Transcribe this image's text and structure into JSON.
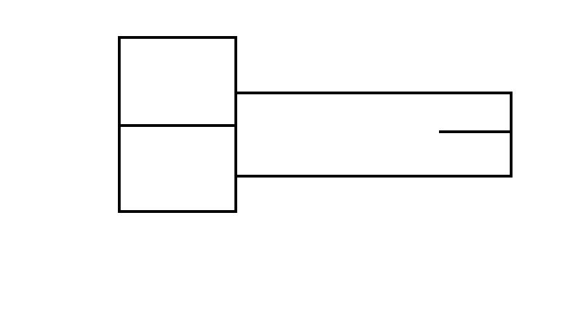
{
  "diagram": {
    "stroke_color": "#000000",
    "background_color": "#ffffff",
    "shapes": [
      {
        "name": "square-upper-box",
        "kind": "rectangle"
      },
      {
        "name": "square-lower-box",
        "kind": "rectangle"
      },
      {
        "name": "long-horizontal-rectangle",
        "kind": "rectangle"
      },
      {
        "name": "inner-horizontal-tick",
        "kind": "line"
      }
    ]
  }
}
